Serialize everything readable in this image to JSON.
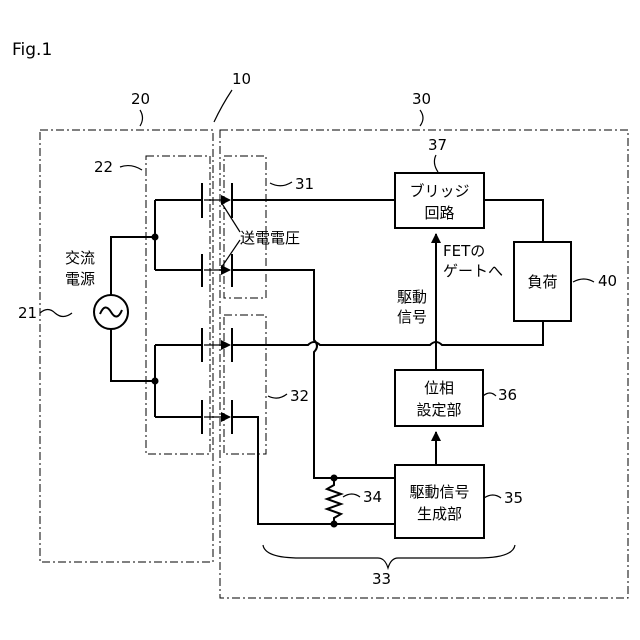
{
  "figure": {
    "label": "Fig.1"
  },
  "refs": {
    "r10": "10",
    "r20": "20",
    "r21": "21",
    "r22": "22",
    "r30": "30",
    "r31": "31",
    "r32": "32",
    "r33": "33",
    "r34": "34",
    "r35": "35",
    "r36": "36",
    "r37": "37",
    "r40": "40"
  },
  "blocks": {
    "bridge": [
      "ブリッジ",
      "回路"
    ],
    "load": [
      "負荷"
    ],
    "phase": [
      "位相",
      "設定部"
    ],
    "drive_gen": [
      "駆動信号",
      "生成部"
    ]
  },
  "source": [
    "交流",
    "電源"
  ],
  "labels": {
    "voltage": "送電電圧",
    "fet_gate": [
      "FETの",
      "ゲートへ"
    ],
    "drive_signal": [
      "駆動",
      "信号"
    ]
  }
}
